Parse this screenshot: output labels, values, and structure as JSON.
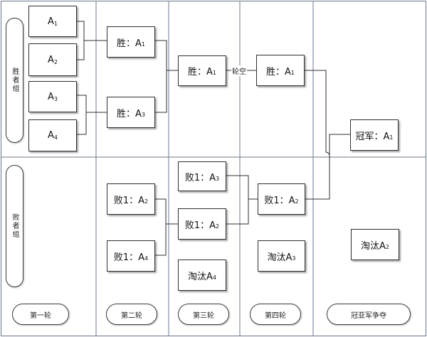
{
  "groups": {
    "winners": "胜者组",
    "losers": "败者组"
  },
  "rounds": [
    "第一轮",
    "第二轮",
    "第三轮",
    "第四轮",
    "冠亚军争夺"
  ],
  "round1": [
    {
      "t": "A",
      "s": "1"
    },
    {
      "t": "A",
      "s": "2"
    },
    {
      "t": "A",
      "s": "3"
    },
    {
      "t": "A",
      "s": "4"
    }
  ],
  "round2_winners": [
    {
      "t": "胜：A",
      "s": "1"
    },
    {
      "t": "胜：A",
      "s": "3"
    }
  ],
  "round2_losers": [
    {
      "t": "败1：A",
      "s": "2"
    },
    {
      "t": "败1：A",
      "s": "4"
    }
  ],
  "round3_winner": {
    "t": "胜：A",
    "s": "1"
  },
  "bye_label": "轮空",
  "round3_losers": [
    {
      "t": "败1：A",
      "s": "3"
    },
    {
      "t": "败1：A",
      "s": "2"
    },
    {
      "t": "淘汰A",
      "s": "4"
    }
  ],
  "round4_winner": {
    "t": "胜：A",
    "s": "1"
  },
  "round4_losers": [
    {
      "t": "败1：A",
      "s": "2"
    },
    {
      "t": "淘汰A",
      "s": "3"
    }
  ],
  "final": {
    "champion": {
      "t": "冠军：A",
      "s": "1"
    },
    "eliminated": {
      "t": "淘汰A",
      "s": "2"
    }
  }
}
